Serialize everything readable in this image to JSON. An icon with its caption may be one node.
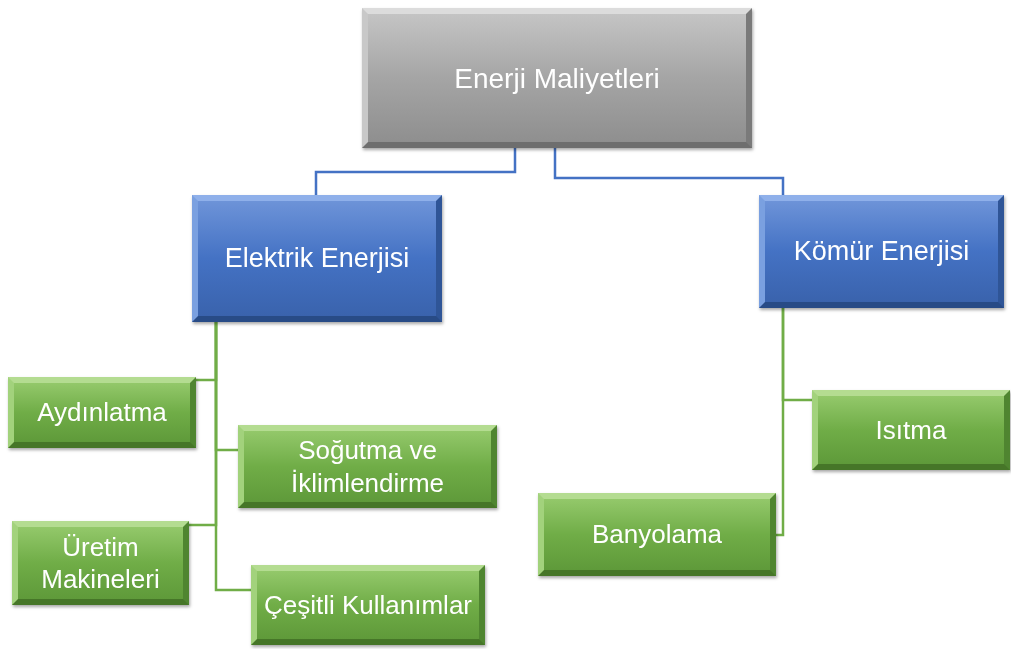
{
  "diagram": {
    "nodes": [
      {
        "text": [
          "Enerji Maliyetleri"
        ]
      },
      {
        "text": [
          "Elektrik Enerjisi"
        ]
      },
      {
        "text": [
          "Kömür Enerjisi"
        ]
      },
      {
        "text": [
          "Aydınlatma"
        ]
      },
      {
        "text": [
          "Soğutma ve İklimlendirme"
        ]
      },
      {
        "text": [
          "Üretim Makineleri"
        ]
      },
      {
        "text": [
          "Çeşitli Kullanımlar"
        ]
      },
      {
        "text": [
          "Isıtma"
        ]
      },
      {
        "text": [
          "Banyolama"
        ]
      }
    ],
    "edges": [
      {
        "from": 0,
        "to": 1,
        "arrow": "none",
        "color": "#4472c4"
      },
      {
        "from": 0,
        "to": 2,
        "arrow": "none",
        "color": "#4472c4"
      },
      {
        "from": 1,
        "to": 3,
        "arrow": "none"
      },
      {
        "from": 1,
        "to": 4,
        "arrow": "none"
      },
      {
        "from": 1,
        "to": 5,
        "arrow": "none"
      },
      {
        "from": 1,
        "to": 6,
        "arrow": "none"
      },
      {
        "from": 2,
        "to": 7,
        "arrow": "none"
      },
      {
        "from": 2,
        "to": 8,
        "arrow": "none"
      }
    ]
  }
}
